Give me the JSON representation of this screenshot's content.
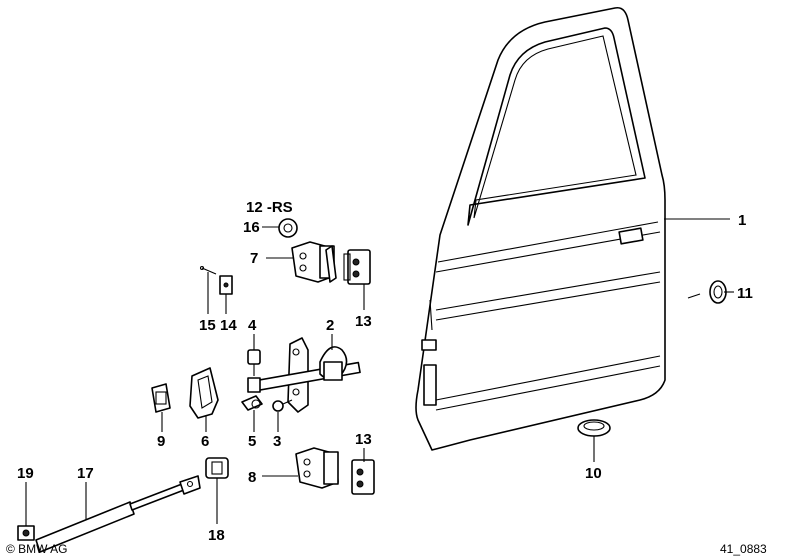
{
  "labels": {
    "p1": "1",
    "p2": "2",
    "p3": "3",
    "p4": "4",
    "p5": "5",
    "p6": "6",
    "p7": "7",
    "p8": "8",
    "p9": "9",
    "p10": "10",
    "p11": "11",
    "p12": "12 -RS",
    "p13a": "13",
    "p13b": "13",
    "p14": "14",
    "p15": "15",
    "p16": "16",
    "p17": "17",
    "p18": "18",
    "p19": "19"
  },
  "footer": {
    "copyright": "© BMW AG",
    "drawing_number": "41_0883"
  }
}
